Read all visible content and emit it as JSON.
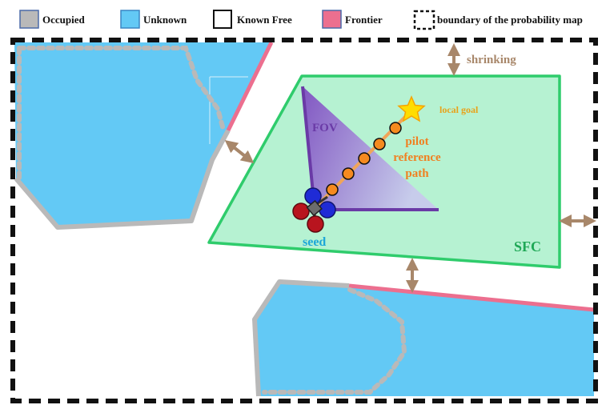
{
  "legend": {
    "occupied": "Occupied",
    "unknown": "Unknown",
    "known_free": "Known Free",
    "frontier": "Frontier",
    "boundary": "boundary of the probability map"
  },
  "labels": {
    "shrinking": "shrinking",
    "local_goal": "local goal",
    "fov": "FOV",
    "pilot_path_line1": "pilot",
    "pilot_path_line2": "reference",
    "pilot_path_line3": "path",
    "seed": "seed",
    "sfc": "SFC"
  },
  "colors": {
    "occupied": "#b9b9b9",
    "unknown": "#63c9f5",
    "frontier": "#ec6f8f",
    "sfc_fill": "#b6f2d2",
    "sfc_stroke": "#2fcc6c",
    "fov": "#6a3aa6",
    "path": "#f58a1f",
    "arrow": "#a8876a",
    "shrinking_text": "#a8876a",
    "local_goal_text": "#e8a21a",
    "pilot_text": "#f08021",
    "seed_text": "#1ea7d8",
    "sfc_text": "#1fa856",
    "fov_text": "#6a3aa6"
  },
  "icons": {
    "goal": "star-icon",
    "robot": "quadrotor-icon"
  }
}
